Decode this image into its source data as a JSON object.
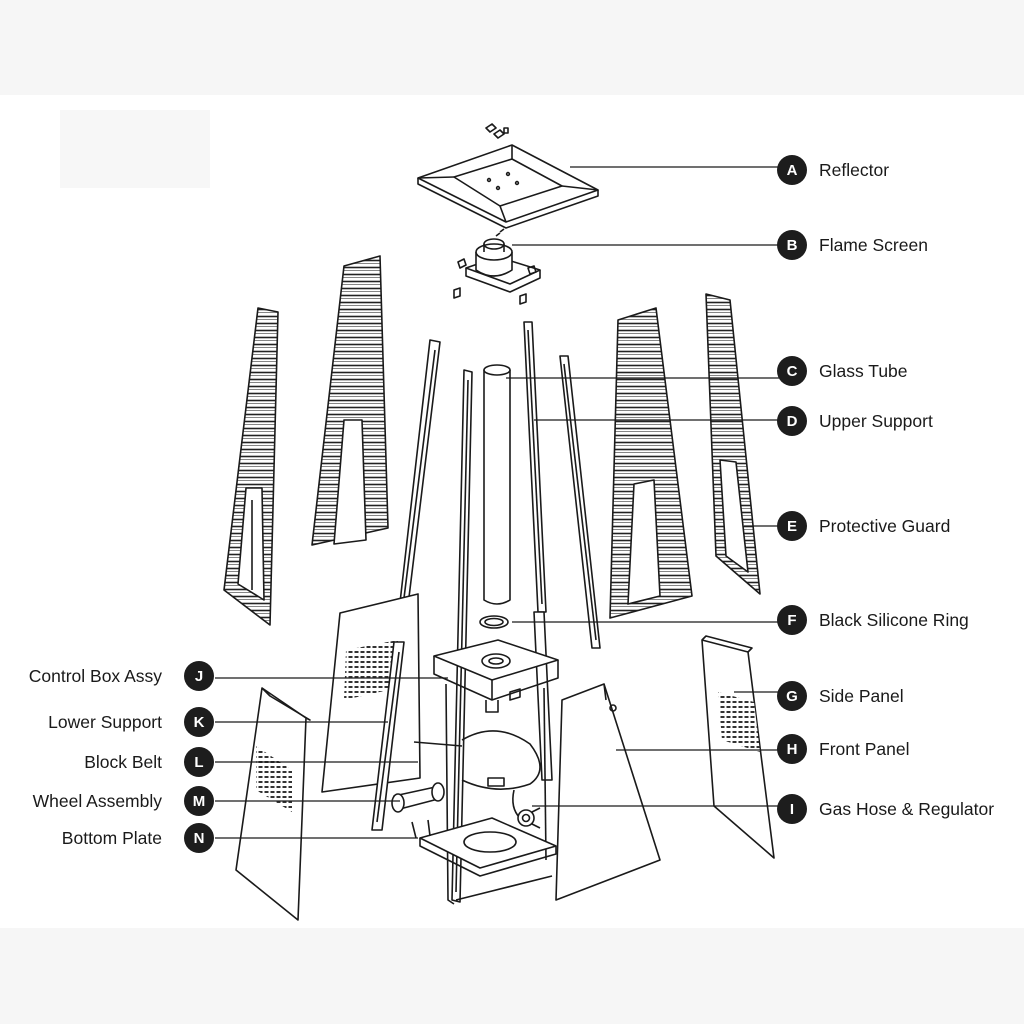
{
  "parts": [
    {
      "letter": "A",
      "name": "Reflector"
    },
    {
      "letter": "B",
      "name": "Flame Screen"
    },
    {
      "letter": "C",
      "name": "Glass Tube"
    },
    {
      "letter": "D",
      "name": "Upper Support"
    },
    {
      "letter": "E",
      "name": "Protective Guard"
    },
    {
      "letter": "F",
      "name": "Black Silicone Ring"
    },
    {
      "letter": "G",
      "name": "Side Panel"
    },
    {
      "letter": "H",
      "name": "Front Panel"
    },
    {
      "letter": "I",
      "name": "Gas Hose & Regulator"
    },
    {
      "letter": "J",
      "name": "Control Box Assy"
    },
    {
      "letter": "K",
      "name": "Lower Support"
    },
    {
      "letter": "L",
      "name": "Block Belt"
    },
    {
      "letter": "M",
      "name": "Wheel Assembly"
    },
    {
      "letter": "N",
      "name": "Bottom Plate"
    }
  ]
}
